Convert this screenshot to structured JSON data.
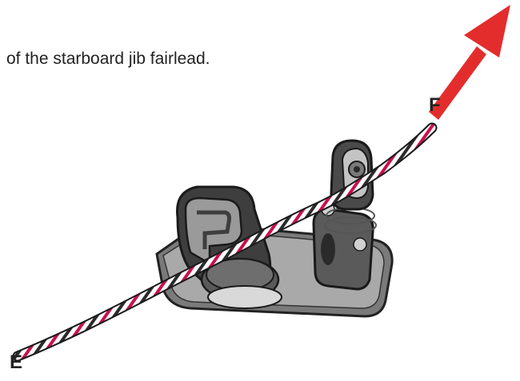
{
  "caption": "of the starboard jib fairlead.",
  "labels": {
    "end_start": "E",
    "end_finish": "F"
  },
  "parts": {
    "cleat": "cam-cleat-icon",
    "fairlead": "swivel-block-icon",
    "base": "mounting-plate-icon",
    "rope": "braided-line-icon",
    "arrow": "pull-direction-arrow-icon"
  },
  "colors": {
    "arrow": "#e32d2d",
    "rope_accent": "#c8104e",
    "rope_dark": "#2b2b2b",
    "plate": "#8a8a8a",
    "cleat": "#4a4a4a"
  }
}
